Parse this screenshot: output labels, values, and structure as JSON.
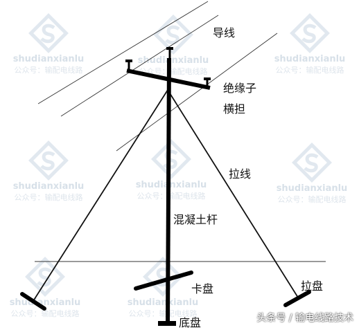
{
  "labels": {
    "conductor": "导线",
    "insulator": "绝缘子",
    "crossarm": "横担",
    "guy_wire": "拉线",
    "concrete_pole": "混凝土杆",
    "chuck_plate": "卡盘",
    "anchor_plate": "拉盘",
    "base_plate": "底盘"
  },
  "watermark": {
    "title": "shudianxianlu",
    "subtitle": "公众号：输配电线路"
  },
  "source_caption": "头条号 / 输电线路技术",
  "colors": {
    "structure": "#000000",
    "watermark": "#b7c7d6"
  }
}
